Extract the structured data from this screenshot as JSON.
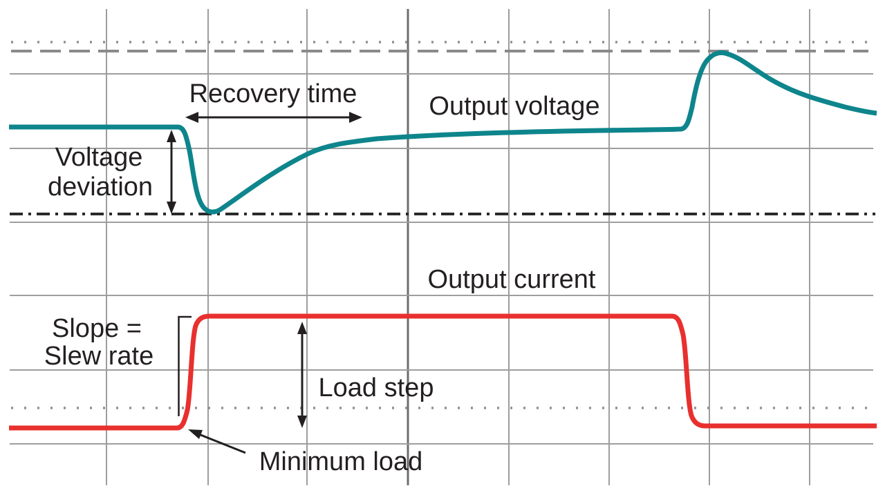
{
  "figure": {
    "background": "#ffffff",
    "grid_color": "#9d9d9d",
    "annotation_color": "#231f20",
    "traces": [
      {
        "id": "output-voltage",
        "label": "Output voltage",
        "color": "#0e858c",
        "shape": "flat, negative deviation dip at load step, slow recovery, overshoot at load release, settles"
      },
      {
        "id": "output-current",
        "label": "Output current",
        "color": "#e8302e",
        "shape": "minimum load level, fast rising slew to load step level, flat, fast falling slew back to minimum load"
      }
    ],
    "annotations": {
      "recovery_time": "Recovery time",
      "voltage_deviation": [
        "Voltage",
        "deviation"
      ],
      "slope": [
        "Slope =",
        "Slew rate"
      ],
      "load_step": "Load step",
      "minimum_load": "Minimum load"
    },
    "reference_lines": [
      {
        "id": "upper-dotted",
        "style": "dotted",
        "color": "#8f8f8f"
      },
      {
        "id": "upper-dashed",
        "style": "dashed",
        "color": "#8a8a8a"
      },
      {
        "id": "nominal-dash-dot",
        "style": "dash-dot",
        "color": "#2a2a2a"
      },
      {
        "id": "lower-dotted",
        "style": "dotted",
        "color": "#8f8f8f"
      }
    ]
  }
}
